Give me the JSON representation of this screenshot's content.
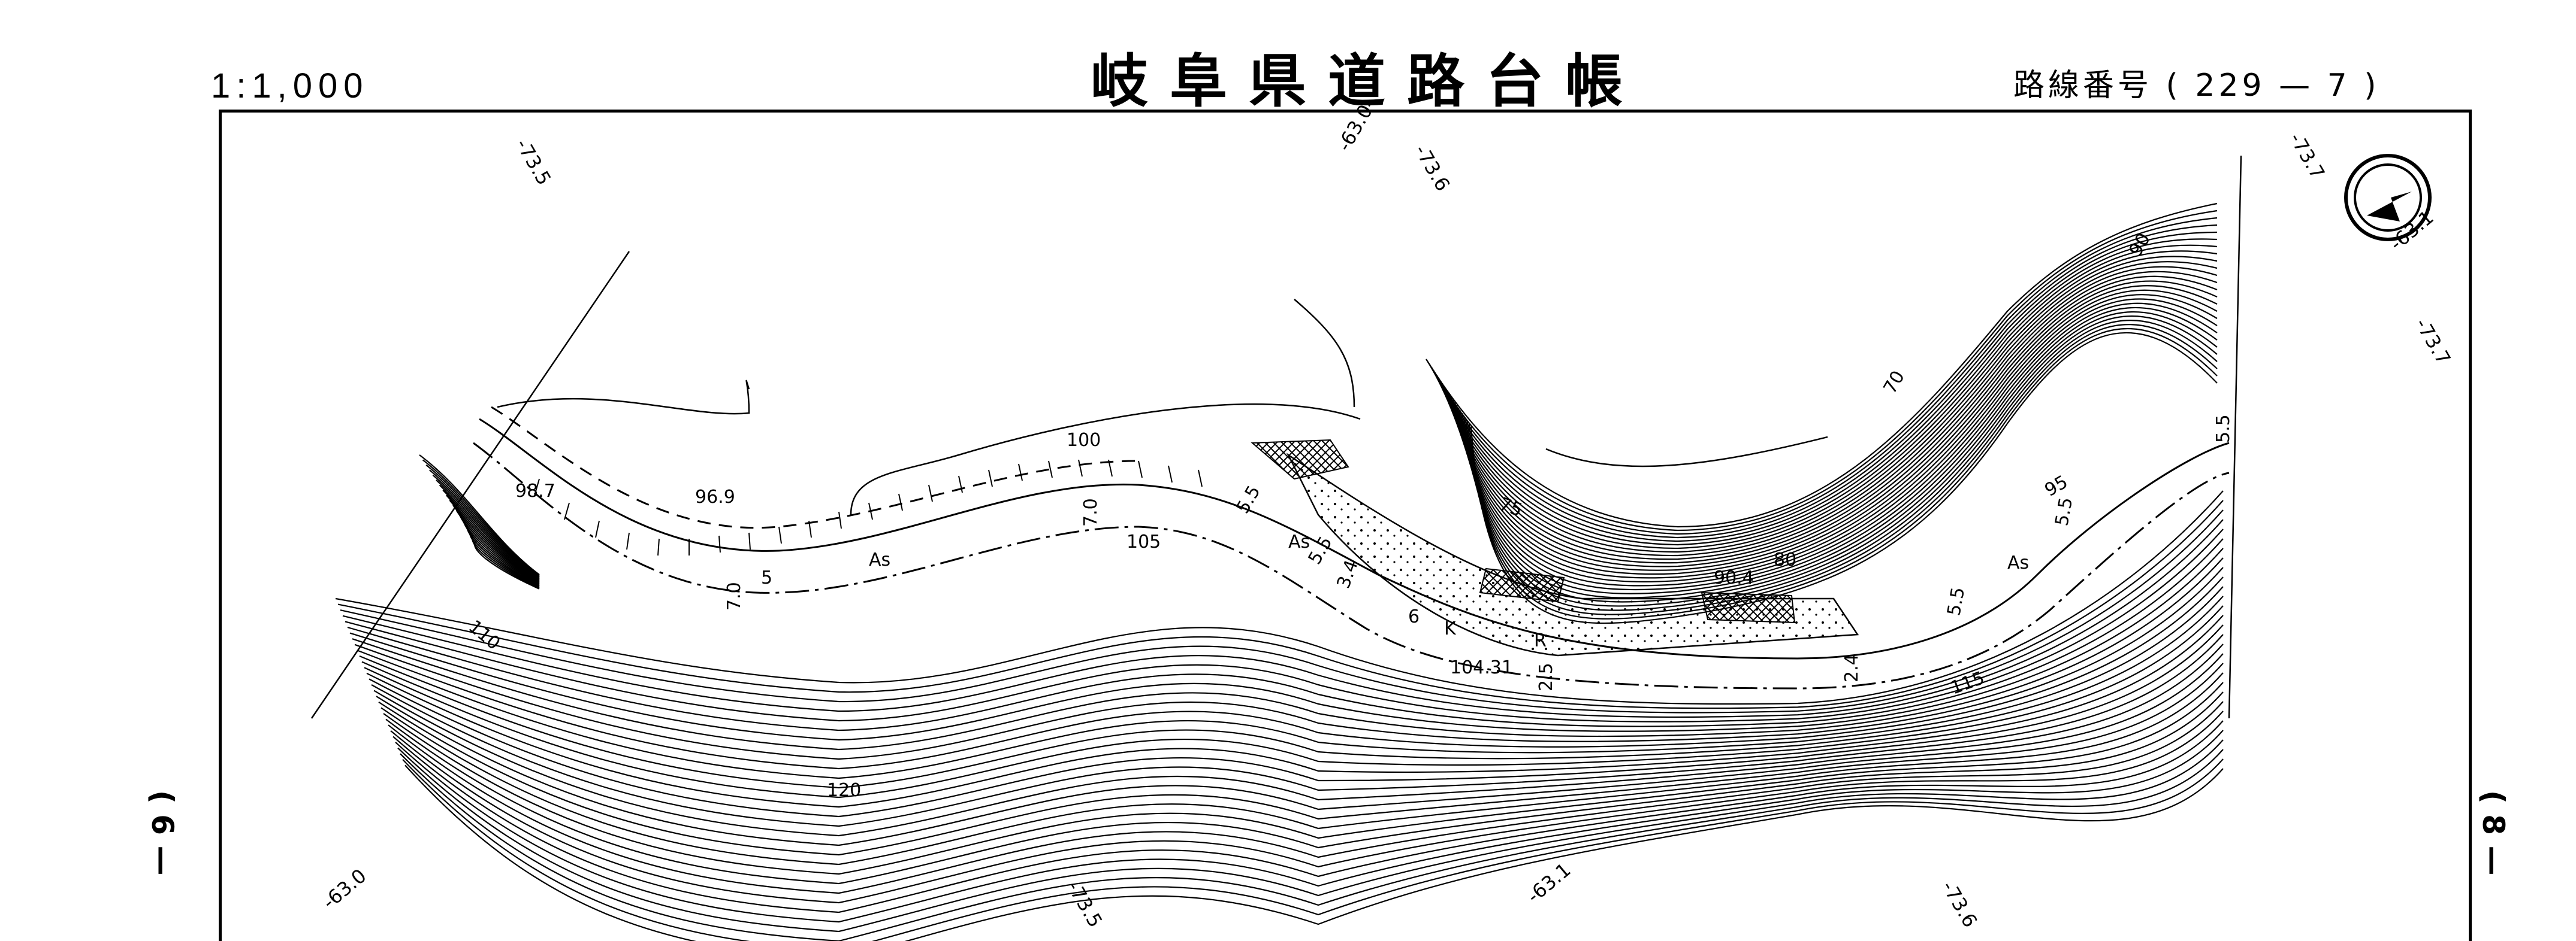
{
  "header": {
    "scale": "1:1,000",
    "title": "岐阜県道路台帳",
    "route_label": "路線番号",
    "route_number": "( 229 — 7 )"
  },
  "sheet_refs": {
    "left": "( 6 —",
    "right": "( 8 —"
  },
  "grid_labels": [
    "-73.5",
    "-63.0-",
    "-73.6",
    "-73.7",
    "-63.1",
    "-73.7",
    "-63.0",
    "-73.5",
    "-63.1",
    "-73.6"
  ],
  "contour_labels": [
    "100",
    "105",
    "110",
    "120",
    "115",
    "95",
    "90",
    "80",
    "75",
    "70",
    "90"
  ],
  "map_annotations": {
    "elev_1": "98.7",
    "elev_2": "96.9",
    "elev_3": "90.4",
    "elev_4": "104.31",
    "section_5": "5",
    "section_6": "6",
    "surface_as_1": "As",
    "surface_as_2": "As",
    "surface_as_3": "As",
    "surface_k": "K",
    "mark_r": "R",
    "width_70": "7.0",
    "width_70b": "7.0",
    "width_55a": "5.5",
    "width_55b": "5.5",
    "width_55c": "5.5",
    "width_55d": "5.5",
    "width_55e": "5.5",
    "width_34": "3.4",
    "width_25": "2.5",
    "width_24": "2.4"
  },
  "north_arrow": "north-arrow-icon"
}
